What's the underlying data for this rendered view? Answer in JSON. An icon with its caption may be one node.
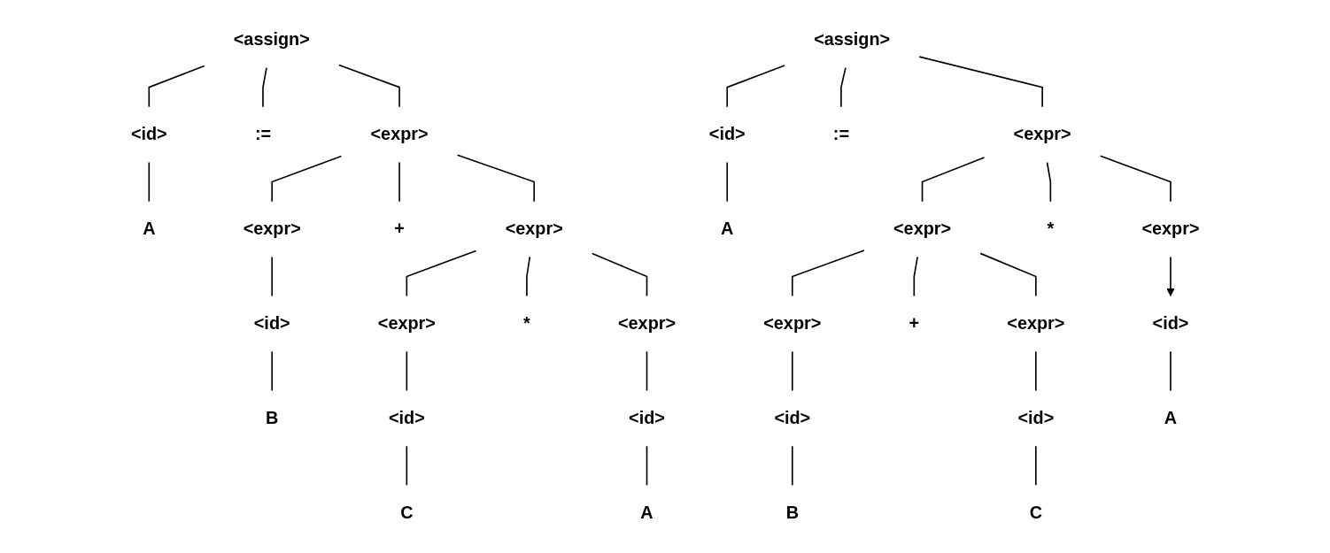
{
  "diagram": {
    "nodes": [
      {
        "text": [
          "<assign>"
        ]
      },
      {
        "text": [
          "<id>"
        ]
      },
      {
        "text": [
          ":="
        ]
      },
      {
        "text": [
          "<expr>"
        ]
      },
      {
        "text": [
          "A"
        ]
      },
      {
        "text": [
          "<expr>"
        ]
      },
      {
        "text": [
          "+"
        ]
      },
      {
        "text": [
          "<expr>"
        ]
      },
      {
        "text": [
          "<id>"
        ]
      },
      {
        "text": [
          "<expr>"
        ]
      },
      {
        "text": [
          "*"
        ]
      },
      {
        "text": [
          "<expr>"
        ]
      },
      {
        "text": [
          "B"
        ]
      },
      {
        "text": [
          "<id>"
        ]
      },
      {
        "text": [
          "<id>"
        ]
      },
      {
        "text": [
          "C"
        ]
      },
      {
        "text": [
          "A"
        ]
      },
      {
        "text": [
          "<assign>"
        ]
      },
      {
        "text": [
          "<id>"
        ]
      },
      {
        "text": [
          ":="
        ]
      },
      {
        "text": [
          "<expr>"
        ]
      },
      {
        "text": [
          "A"
        ]
      },
      {
        "text": [
          "<expr>"
        ]
      },
      {
        "text": [
          "*"
        ]
      },
      {
        "text": [
          "<expr>"
        ]
      },
      {
        "text": [
          "<expr>"
        ]
      },
      {
        "text": [
          "+"
        ]
      },
      {
        "text": [
          "<expr>"
        ]
      },
      {
        "text": [
          "<id>"
        ]
      },
      {
        "text": [
          "<id>"
        ]
      },
      {
        "text": [
          "<id>"
        ]
      },
      {
        "text": [
          "A"
        ]
      },
      {
        "text": [
          "B"
        ]
      },
      {
        "text": [
          "C"
        ]
      }
    ],
    "edges": [
      {
        "from": 0,
        "to": 1,
        "arrow": "none"
      },
      {
        "from": 0,
        "to": 2,
        "arrow": "none"
      },
      {
        "from": 0,
        "to": 3,
        "arrow": "none"
      },
      {
        "from": 1,
        "to": 4,
        "arrow": "none"
      },
      {
        "from": 3,
        "to": 5,
        "arrow": "none"
      },
      {
        "from": 3,
        "to": 6,
        "arrow": "none"
      },
      {
        "from": 3,
        "to": 7,
        "arrow": "none"
      },
      {
        "from": 5,
        "to": 8,
        "arrow": "none"
      },
      {
        "from": 7,
        "to": 9,
        "arrow": "none"
      },
      {
        "from": 7,
        "to": 10,
        "arrow": "none"
      },
      {
        "from": 7,
        "to": 11,
        "arrow": "none"
      },
      {
        "from": 8,
        "to": 12,
        "arrow": "none"
      },
      {
        "from": 9,
        "to": 13,
        "arrow": "none"
      },
      {
        "from": 11,
        "to": 14,
        "arrow": "none"
      },
      {
        "from": 13,
        "to": 15,
        "arrow": "none"
      },
      {
        "from": 14,
        "to": 16,
        "arrow": "none"
      },
      {
        "from": 17,
        "to": 18,
        "arrow": "none"
      },
      {
        "from": 17,
        "to": 19,
        "arrow": "none"
      },
      {
        "from": 17,
        "to": 20,
        "arrow": "none"
      },
      {
        "from": 18,
        "to": 21,
        "arrow": "none"
      },
      {
        "from": 20,
        "to": 22,
        "arrow": "none"
      },
      {
        "from": 20,
        "to": 23,
        "arrow": "none"
      },
      {
        "from": 20,
        "to": 24,
        "arrow": "none"
      },
      {
        "from": 22,
        "to": 25,
        "arrow": "none"
      },
      {
        "from": 22,
        "to": 26,
        "arrow": "none"
      },
      {
        "from": 22,
        "to": 27,
        "arrow": "none"
      },
      {
        "from": 24,
        "to": 28,
        "arrow": "to"
      },
      {
        "from": 25,
        "to": 29,
        "arrow": "none"
      },
      {
        "from": 27,
        "to": 30,
        "arrow": "none"
      },
      {
        "from": 28,
        "to": 31,
        "arrow": "none"
      },
      {
        "from": 29,
        "to": 32,
        "arrow": "none"
      },
      {
        "from": 30,
        "to": 33,
        "arrow": "none"
      }
    ]
  }
}
